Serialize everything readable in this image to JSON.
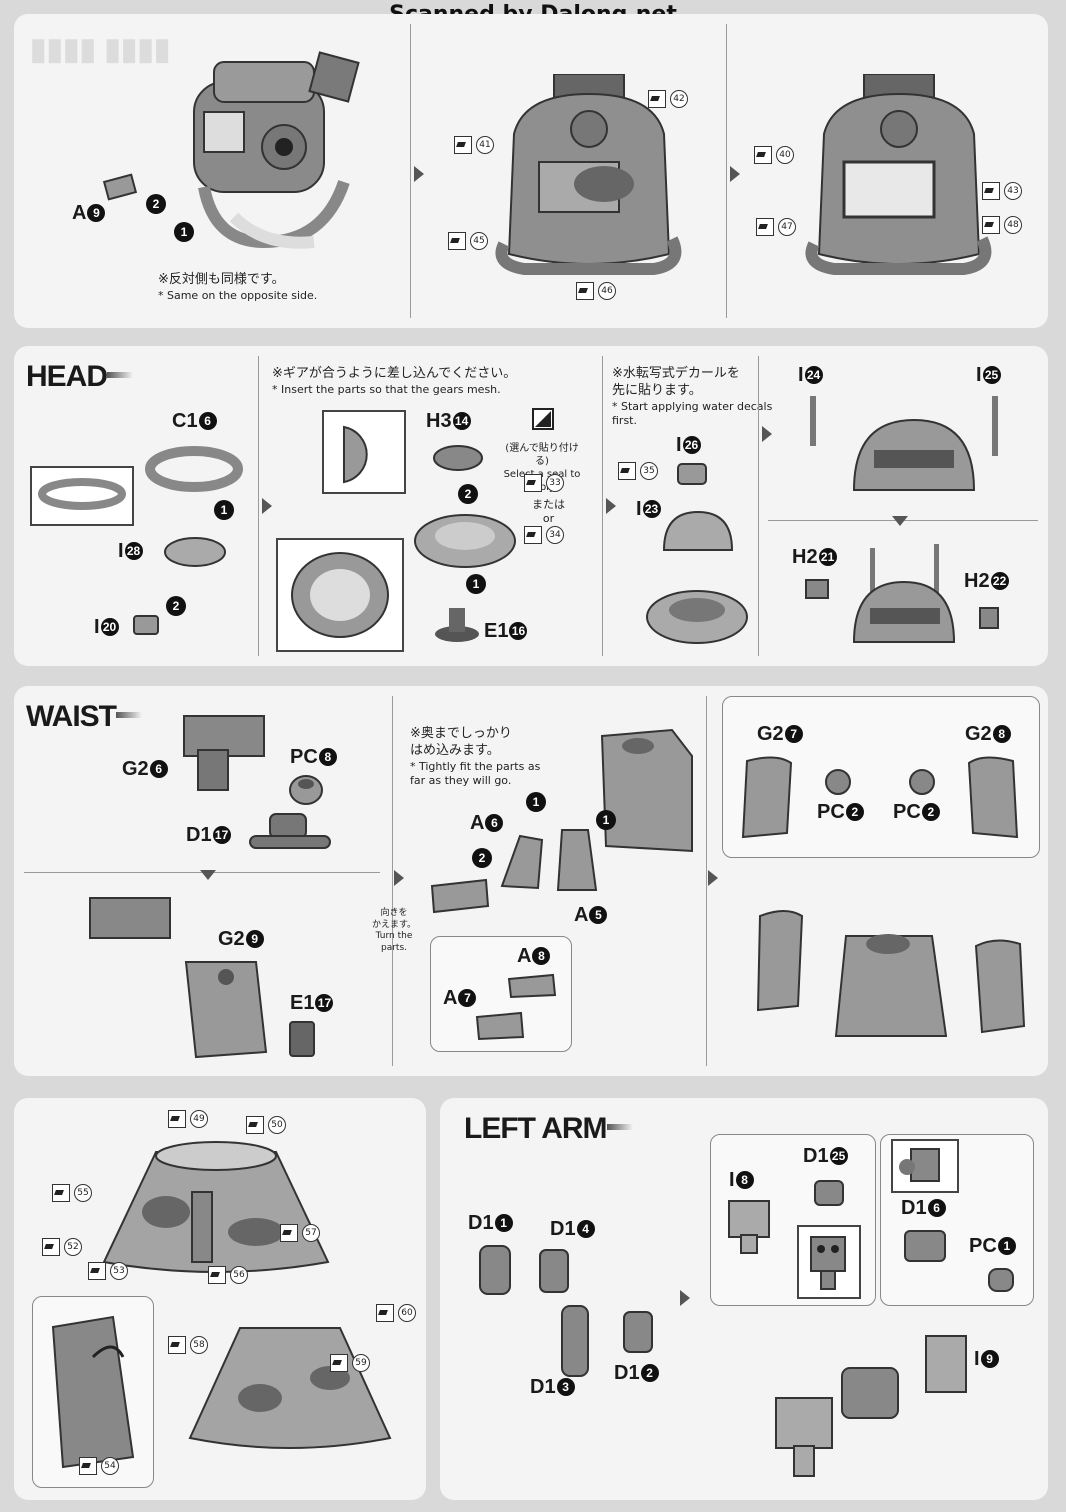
{
  "watermark": "Scanned by Dalong.net",
  "top": {
    "part_a9": {
      "letter": "A",
      "num": "9"
    },
    "steps": [
      "1",
      "2"
    ],
    "note_jp": "※反対側も同様です。",
    "note_en": "* Same on the opposite side.",
    "decals_mid": [
      "42",
      "41",
      "45",
      "46"
    ],
    "decals_right": [
      "40",
      "43",
      "47",
      "48"
    ]
  },
  "head": {
    "title": "HEAD",
    "c16": {
      "letter": "C1",
      "num": "6"
    },
    "i28": {
      "letter": "I",
      "num": "28"
    },
    "i20": {
      "letter": "I",
      "num": "20"
    },
    "gear_note_jp": "※ギアが合うように差し込んでください。",
    "gear_note_en": "* Insert the parts so that the gears mesh.",
    "h314": {
      "letter": "H3",
      "num": "14"
    },
    "e116": {
      "letter": "E1",
      "num": "16"
    },
    "seal_jp": "(選んで貼り付ける)",
    "seal_en": "Select a seal to apply.",
    "or_jp": "または",
    "or_en": "or",
    "decal_a": "33",
    "decal_b": "34",
    "water_note_jp1": "※水転写式デカールを",
    "water_note_jp2": "先に貼ります。",
    "water_note_en1": "* Start applying water decals",
    "water_note_en2": "first.",
    "i26": {
      "letter": "I",
      "num": "26"
    },
    "i23": {
      "letter": "I",
      "num": "23"
    },
    "decal_c": "35",
    "i24": {
      "letter": "I",
      "num": "24"
    },
    "i25": {
      "letter": "I",
      "num": "25"
    },
    "h221": {
      "letter": "H2",
      "num": "21"
    },
    "h222": {
      "letter": "H2",
      "num": "22"
    }
  },
  "waist": {
    "title": "WAIST",
    "g26": {
      "letter": "G2",
      "num": "6"
    },
    "pc8": {
      "letter": "PC",
      "num": "8"
    },
    "d117": {
      "letter": "D1",
      "num": "17"
    },
    "g29": {
      "letter": "G2",
      "num": "9"
    },
    "e117": {
      "letter": "E1",
      "num": "17"
    },
    "fit_jp1": "※奥までしっかり",
    "fit_jp2": "はめ込みます。",
    "fit_en1": "* Tightly fit the parts as",
    "fit_en2": "far as they will go.",
    "a6": {
      "letter": "A",
      "num": "6"
    },
    "a5": {
      "letter": "A",
      "num": "5"
    },
    "turn_jp1": "向きを",
    "turn_jp2": "かえます。",
    "turn_en": "Turn the parts.",
    "a8": {
      "letter": "A",
      "num": "8"
    },
    "a7": {
      "letter": "A",
      "num": "7"
    },
    "g27": {
      "letter": "G2",
      "num": "7"
    },
    "g28": {
      "letter": "G2",
      "num": "8"
    },
    "pc2a": {
      "letter": "PC",
      "num": "2"
    },
    "pc2b": {
      "letter": "PC",
      "num": "2"
    }
  },
  "skirt": {
    "decals": [
      "49",
      "50",
      "55",
      "57",
      "52",
      "53",
      "56",
      "54",
      "60",
      "58",
      "59"
    ]
  },
  "left_arm": {
    "title": "LEFT ARM",
    "d11": {
      "letter": "D1",
      "num": "1"
    },
    "d14": {
      "letter": "D1",
      "num": "4"
    },
    "d13": {
      "letter": "D1",
      "num": "3"
    },
    "d12": {
      "letter": "D1",
      "num": "2"
    },
    "i8": {
      "letter": "I",
      "num": "8"
    },
    "d125": {
      "letter": "D1",
      "num": "25"
    },
    "d16": {
      "letter": "D1",
      "num": "6"
    },
    "pc1": {
      "letter": "PC",
      "num": "1"
    },
    "i9": {
      "letter": "I",
      "num": "9"
    }
  }
}
